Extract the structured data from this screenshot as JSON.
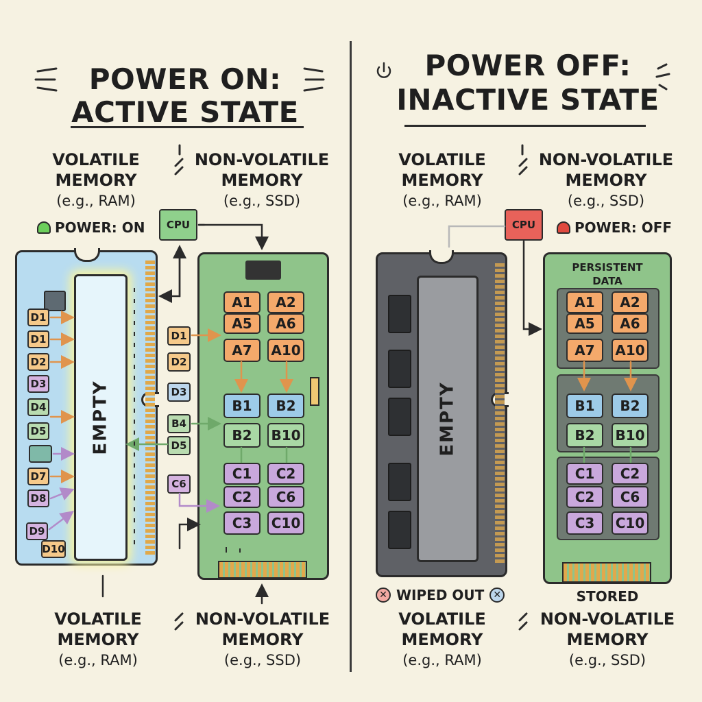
{
  "left": {
    "title_line1": "POWER ON:",
    "title_line2": "ACTIVE STATE",
    "volatile": {
      "line1": "VOLATILE",
      "line2": "MEMORY",
      "sub": "(e.g., RAM)"
    },
    "nonvolatile": {
      "line1": "NON-VOLATILE",
      "line2": "MEMORY",
      "sub": "(e.g., SSD)"
    },
    "cpu_label": "CPU",
    "status": "POWER: ON",
    "empty_label": "EMPTY",
    "ram_chips": [
      "D1",
      "D1",
      "D2",
      "D3",
      "D4",
      "D5",
      "",
      "D7",
      "D8",
      "D9",
      "D10"
    ],
    "transfer_chips": [
      "D1",
      "D2",
      "D3",
      "B4",
      "D5",
      "C6"
    ],
    "ssd_chips": {
      "a": [
        "A1",
        "A2",
        "A5",
        "A6",
        "A7",
        "A10"
      ],
      "b": [
        "B1",
        "B2"
      ],
      "g": [
        "B2",
        "B10"
      ],
      "c": [
        "C1",
        "C2",
        "C2",
        "C6",
        "C3",
        "C10"
      ]
    },
    "bottom_volatile": {
      "line1": "VOLATILE",
      "line2": "MEMORY",
      "sub": "(e.g., RAM)"
    },
    "bottom_nonvolatile": {
      "line1": "NON-VOLATILE",
      "line2": "MEMORY",
      "sub": "(e.g., SSD)"
    }
  },
  "right": {
    "title_line1": "POWER OFF:",
    "title_line2": "INACTIVE STATE",
    "volatile": {
      "line1": "VOLATILE",
      "line2": "MEMORY",
      "sub": "(e.g., RAM)"
    },
    "nonvolatile": {
      "line1": "NON-VOLATILE",
      "line2": "MEMORY",
      "sub": "(e.g., SSD)"
    },
    "cpu_label": "CPU",
    "status": "POWER: OFF",
    "empty_label": "EMPTY",
    "persistent_line1": "PERSISTENT",
    "persistent_line2": "DATA",
    "ssd_chips": {
      "a": [
        "A1",
        "A2",
        "A5",
        "A6",
        "A7",
        "A10"
      ],
      "b": [
        "B1",
        "B2"
      ],
      "g": [
        "B2",
        "B10"
      ],
      "c": [
        "C1",
        "C2",
        "C2",
        "C6",
        "C3",
        "C10"
      ]
    },
    "wiped_label": "WIPED OUT",
    "stored_label": "STORED",
    "bottom_volatile": {
      "line1": "VOLATILE",
      "line2": "MEMORY",
      "sub": "(e.g., RAM)"
    },
    "bottom_nonvolatile": {
      "line1": "NON-VOLATILE",
      "line2": "MEMORY",
      "sub": "(e.g., SSD)"
    }
  },
  "icons": {
    "power": "power-icon",
    "bulb_on": "green-light-icon",
    "bulb_off": "red-light-icon",
    "wiped": "x-circle-icon"
  },
  "colors": {
    "ram_on": "#b8dcf0",
    "ram_off": "#5f6166",
    "ssd": "#8fc48a",
    "cpu_on": "#8fd08c",
    "cpu_off": "#e8625a",
    "bulb_on": "#6ccf5b",
    "bulb_off": "#e04a3f"
  }
}
